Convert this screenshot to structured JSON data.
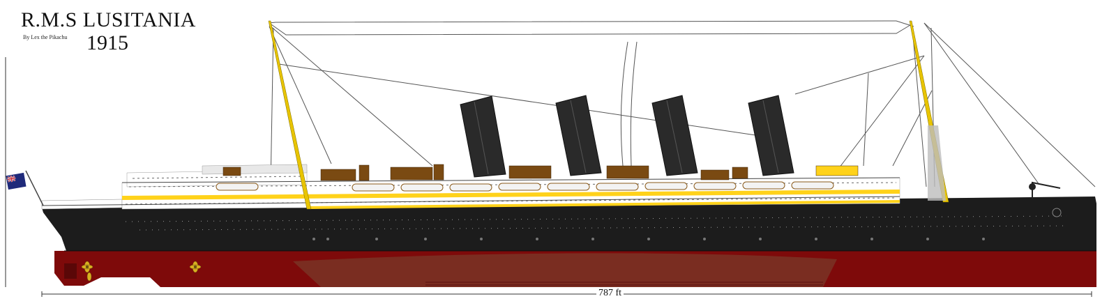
{
  "title": {
    "ship_name": "R.M.S LUSITANIA",
    "credit": "By Lex the Pikachu",
    "year": "1915"
  },
  "dimension": {
    "length_label": "787 ft"
  },
  "colors": {
    "hull_black": "#1c1c1c",
    "hull_red": "#7e0a0a",
    "hull_red_light": "#7a3a2a",
    "funnel_black": "#2a2a2a",
    "superstructure_white": "#ffffff",
    "stripe_yellow": "#ffd21a",
    "deck_brown": "#7a4a12",
    "mast_yellow": "#e8c400",
    "flag_blue": "#1f2a7a",
    "flag_red": "#c41e2a"
  },
  "icons": [
    "ensign-flag-icon",
    "propeller-icon"
  ]
}
